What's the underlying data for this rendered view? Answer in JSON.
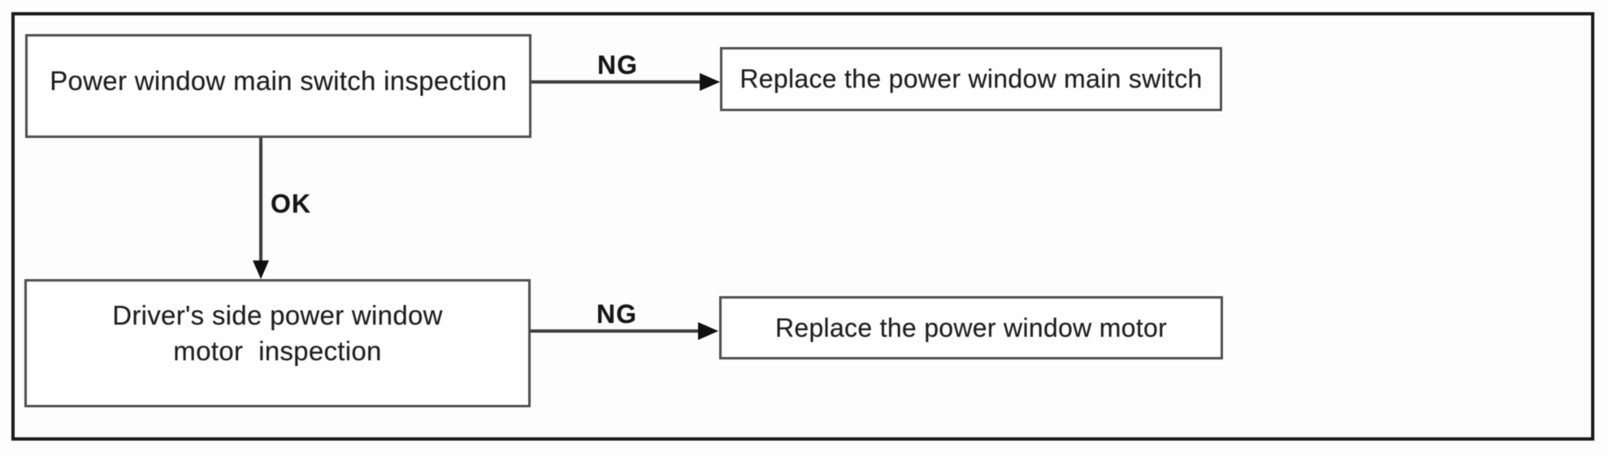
{
  "diagram": {
    "type": "flowchart",
    "nodes": {
      "main_switch_inspection": {
        "label": "Power window main switch inspection"
      },
      "replace_main_switch": {
        "label": "Replace the power window main switch"
      },
      "motor_inspection": {
        "label": "Driver's side power window\nmotor  inspection"
      },
      "replace_motor": {
        "label": "Replace the power window motor"
      }
    },
    "edges": [
      {
        "from": "main_switch_inspection",
        "to": "replace_main_switch",
        "label": "NG"
      },
      {
        "from": "main_switch_inspection",
        "to": "motor_inspection",
        "label": "OK"
      },
      {
        "from": "motor_inspection",
        "to": "replace_motor",
        "label": "NG"
      }
    ],
    "colors": {
      "background": "#fdfdfd",
      "frame_border": "#1a1a1a",
      "node_border": "#4f4f4f",
      "arrow": "#3d3d3d",
      "arrowhead": "#101010",
      "text": "#1e1e1e"
    }
  }
}
